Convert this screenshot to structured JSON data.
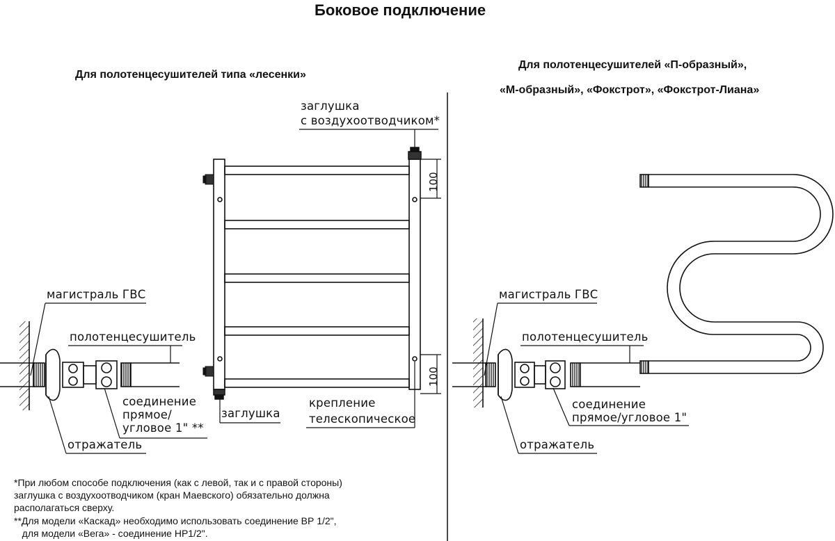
{
  "title": "Боковое подключение",
  "left": {
    "heading": "Для полотенцесушителей типа «лесенки»",
    "labels": {
      "air_plug_1": "заглушка",
      "air_plug_2": "с воздухоотводчиком*",
      "dim_top": "100",
      "dim_bottom": "100",
      "main_line": "магистраль ГВС",
      "dryer": "полотенцесушитель",
      "connection_1": "соединение",
      "connection_2": "прямое/",
      "connection_3": "угловое 1\" **",
      "plug": "заглушка",
      "mount_1": "крепление",
      "mount_2": "телескопическое",
      "reflector": "отражатель"
    }
  },
  "right": {
    "heading_1": "Для полотенцесушителей  «П-образный»,",
    "heading_2": "«М-образный», «Фокстрот», «Фокстрот-Лиана»",
    "labels": {
      "main_line": "магистраль ГВС",
      "dryer": "полотенцесушитель",
      "connection_1": "соединение",
      "connection_2": "прямое/угловое 1\"",
      "reflector": "отражатель"
    }
  },
  "notes": [
    "*При любом способе подключения (как с левой, так и с правой стороны)",
    "заглушка с воздухоотводчиком (кран Маевского) обязательно должна",
    "располагаться сверху.",
    "**Для модели «Каскад» необходимо использовать соединение ВР 1/2\",",
    "   для модели «Вега» - соединение НР1/2\"."
  ]
}
